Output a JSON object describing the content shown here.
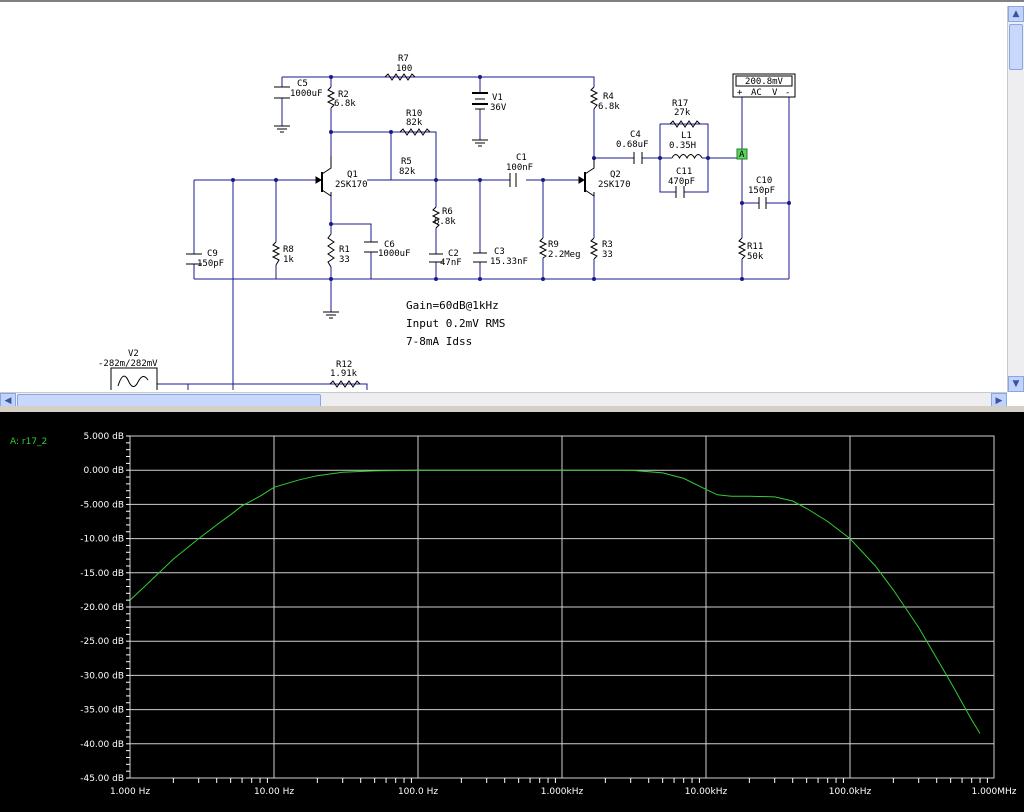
{
  "schematic": {
    "components": {
      "c5": {
        "name": "C5",
        "value": "1000uF"
      },
      "r2": {
        "name": "R2",
        "value": "6.8k"
      },
      "r7": {
        "name": "R7",
        "value": "100"
      },
      "v1": {
        "name": "V1",
        "value": "36V"
      },
      "r4": {
        "name": "R4",
        "value": "6.8k"
      },
      "r10": {
        "name": "R10",
        "value": "82k"
      },
      "r5": {
        "name": "R5",
        "value": "82k"
      },
      "q1": {
        "name": "Q1",
        "value": "2SK170"
      },
      "q2": {
        "name": "Q2",
        "value": "2SK170"
      },
      "c1": {
        "name": "C1",
        "value": "100nF"
      },
      "c4": {
        "name": "C4",
        "value": "0.68uF"
      },
      "r17": {
        "name": "R17",
        "value": "27k"
      },
      "l1": {
        "name": "L1",
        "value": "0.35H"
      },
      "c11": {
        "name": "C11",
        "value": "470pF"
      },
      "c10": {
        "name": "C10",
        "value": "150pF"
      },
      "r6": {
        "name": "R6",
        "value": "6.8k"
      },
      "c9": {
        "name": "C9",
        "value": "150pF"
      },
      "r8": {
        "name": "R8",
        "value": "1k"
      },
      "r1": {
        "name": "R1",
        "value": "33"
      },
      "c6": {
        "name": "C6",
        "value": "1000uF"
      },
      "c2": {
        "name": "C2",
        "value": "47nF"
      },
      "c3": {
        "name": "C3",
        "value": "15.33nF"
      },
      "r9": {
        "name": "R9",
        "value": "2.2Meg"
      },
      "r3": {
        "name": "R3",
        "value": "33"
      },
      "r11": {
        "name": "R11",
        "value": "50k"
      },
      "v2": {
        "name": "V2",
        "value": "-282m/282mV"
      },
      "r12": {
        "name": "R12",
        "value": "1.91k"
      }
    },
    "meter": {
      "reading": "200.8mV",
      "mode": "AC",
      "unit": "V",
      "plus": "+",
      "minus": "-"
    },
    "probe_label": "A",
    "notes": [
      "Gain=60dB@1kHz",
      "Input 0.2mV RMS",
      "7-8mA Idss"
    ]
  },
  "scrollbars": {
    "up": "▲",
    "down": "▼",
    "left": "◀",
    "right": "▶"
  },
  "chart_data": {
    "type": "line",
    "xscale": "log",
    "xlim": [
      1,
      1000000
    ],
    "ylim": [
      -45,
      5
    ],
    "grid": true,
    "background": "#000000",
    "grid_color": "#cfcfcf",
    "trace_color": "#33cc33",
    "legend_position": "top-left",
    "yticks": [
      "5.000 dB",
      "0.000 dB",
      "-5.000 dB",
      "-10.00 dB",
      "-15.00 dB",
      "-20.00 dB",
      "-25.00 dB",
      "-30.00 dB",
      "-35.00 dB",
      "-40.00 dB",
      "-45.00 dB"
    ],
    "ytick_values": [
      5,
      0,
      -5,
      -10,
      -15,
      -20,
      -25,
      -30,
      -35,
      -40,
      -45
    ],
    "xticks": [
      "1.000 Hz",
      "10.00 Hz",
      "100.0 Hz",
      "1.000kHz",
      "10.00kHz",
      "100.0kHz",
      "1.000MHz"
    ],
    "xtick_values": [
      1,
      10,
      100,
      1000,
      10000,
      100000,
      1000000
    ],
    "series": [
      {
        "name": "A: r17_2",
        "x": [
          1,
          1.5,
          2,
          3,
          4,
          5,
          6,
          8,
          10,
          15,
          20,
          30,
          50,
          100,
          300,
          1000,
          3000,
          5000,
          7000,
          10000,
          12000,
          15000,
          20000,
          30000,
          40000,
          50000,
          70000,
          100000,
          150000,
          200000,
          300000,
          500000,
          700000,
          800000
        ],
        "y": [
          -19,
          -15.5,
          -13,
          -10,
          -8,
          -6.5,
          -5.2,
          -3.8,
          -2.5,
          -1.4,
          -0.8,
          -0.3,
          -0.1,
          0,
          0,
          0,
          0,
          -0.4,
          -1.2,
          -2.8,
          -3.6,
          -3.8,
          -3.8,
          -3.9,
          -4.5,
          -5.6,
          -7.5,
          -10,
          -14,
          -17.5,
          -23,
          -31,
          -36.5,
          -38.5
        ]
      }
    ]
  }
}
